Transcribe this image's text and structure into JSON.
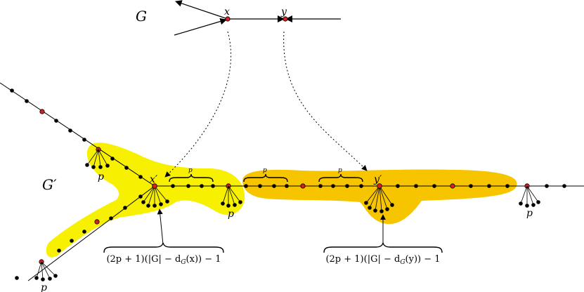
{
  "labels": {
    "G": "G",
    "G_prime": "G′",
    "x": "x",
    "y": "y",
    "x_prime": "x′",
    "y_prime": "y′",
    "p": "p",
    "formula_x": "(2p + 1)(|G| − d",
    "formula_x_sub": "G",
    "formula_x_tail": "(x)) − 1",
    "formula_y": "(2p + 1)(|G| − d",
    "formula_y_sub": "G",
    "formula_y_tail": "(y)) − 1"
  },
  "colors": {
    "yellow_region": "#f7f000",
    "orange_region": "#f7c400",
    "red_vertex": "#d42020",
    "black": "#000000"
  }
}
